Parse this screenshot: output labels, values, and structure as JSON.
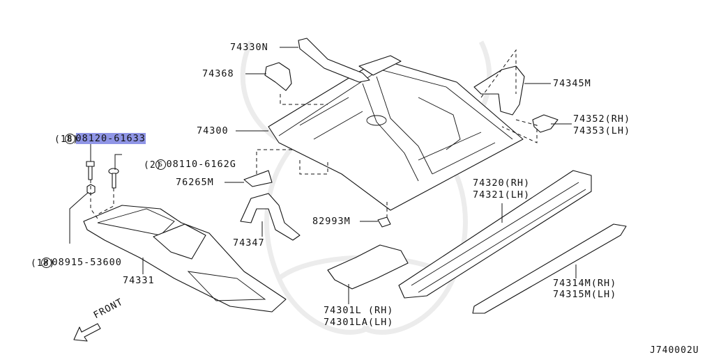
{
  "diagram": {
    "code": "J740002U",
    "front_label": "FRONT",
    "parts": {
      "p74330N": "74330N",
      "p74368": "74368",
      "p74345M": "74345M",
      "p74300": "74300",
      "p74352": "74352(RH)",
      "p74353": "74353(LH)",
      "p76265M": "76265M",
      "p74320": "74320(RH)",
      "p74321": "74321(LH)",
      "p82993M": "82993M",
      "p74347": "74347",
      "p74331": "74331",
      "p74301L": "74301L (RH)",
      "p74301LA": "74301LA(LH)",
      "p74314M": "74314M(RH)",
      "p74315M": "74315M(LH)"
    },
    "fasteners": {
      "bolt": {
        "prefix": "B",
        "number": "08120-61633",
        "qty": "(18)"
      },
      "screw": {
        "prefix": "S",
        "number": "08110-6162G",
        "qty": "(2)"
      },
      "washer": {
        "prefix": "W",
        "number": "08915-53600",
        "qty": "(18)"
      }
    }
  }
}
